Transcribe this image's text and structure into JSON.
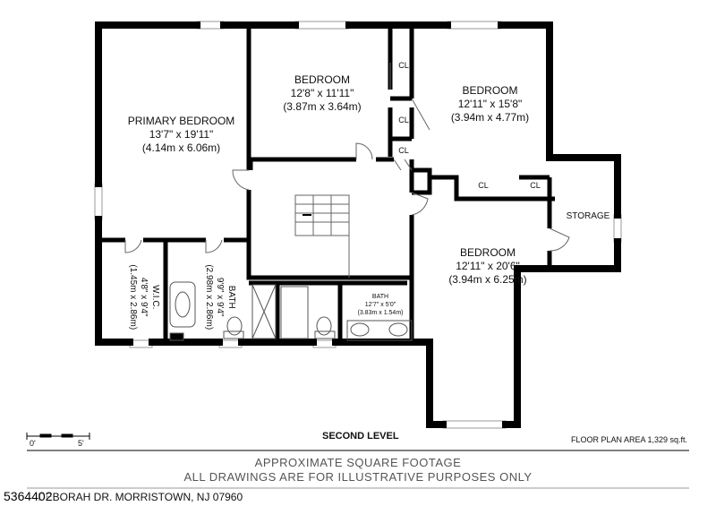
{
  "rooms": {
    "primary_bedroom": {
      "name": "PRIMARY BEDROOM",
      "dims_ft": "13'7\" x 19'11\"",
      "dims_m": "(4.14m x 6.06m)"
    },
    "bedroom_1": {
      "name": "BEDROOM",
      "dims_ft": "12'8\" x 11'11\"",
      "dims_m": "(3.87m x 3.64m)"
    },
    "bedroom_2": {
      "name": "BEDROOM",
      "dims_ft": "12'11\" x 15'8\"",
      "dims_m": "(3.94m x 4.77m)"
    },
    "bedroom_3": {
      "name": "BEDROOM",
      "dims_ft": "12'11\" x 20'6\"",
      "dims_m": "(3.94m x 6.25m)"
    },
    "storage": {
      "name": "STORAGE"
    },
    "wic": {
      "name": "W.I.C.",
      "dims_ft": "4'8\" x 9'4\"",
      "dims_m": "(1.45m x 2.86m)"
    },
    "bath_1": {
      "name": "BATH",
      "dims_ft": "9'9\" x 9'4\"",
      "dims_m": "(2.98m x 2.86m)"
    },
    "bath_2": {
      "name": "BATH",
      "dims_ft": "12'7\" x 5'0\"",
      "dims_m": "(3.83m x 1.54m)"
    },
    "closets": [
      "CL",
      "CL",
      "CL",
      "CL",
      "CL"
    ]
  },
  "level_title": "SECOND LEVEL",
  "scale": {
    "start": "0'",
    "end": "5'"
  },
  "floor_plan_area": "FLOOR PLAN AREA 1,329 sq.ft.",
  "disclaimer": {
    "line1": "APPROXIMATE SQUARE FOOTAGE",
    "line2": "ALL DRAWINGS ARE FOR ILLUSTRATIVE PURPOSES ONLY"
  },
  "address": "DEBORAH DR. MORRISTOWN, NJ 07960",
  "listing_id": "5364402"
}
